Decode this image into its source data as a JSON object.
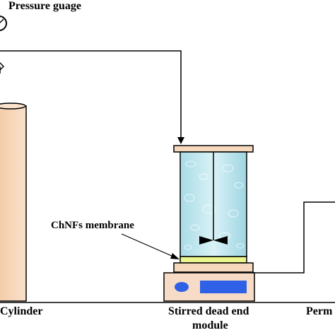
{
  "labels": {
    "pressure_gauge": "Pressure guage",
    "membrane": "ChNFs membrane",
    "cylinder": "Cylinder",
    "module_line1": "Stirred dead end",
    "module_line2": "module",
    "permeate": "Perm"
  },
  "icons": {
    "gauge": "pressure-gauge-icon",
    "valve": "valve-icon",
    "stirrer": "stirrer-icon"
  },
  "colors": {
    "line": "#000000",
    "cylinder_fill": "#f6d6b8",
    "cap_fill": "#f6d9bd",
    "liquid_fill": "#bfe6ee",
    "membrane_fill": "#eaf58c",
    "hotplate_fill": "#f6dcc6",
    "display_fill": "#2f61e6",
    "knob_fill": "#2f61e6"
  }
}
